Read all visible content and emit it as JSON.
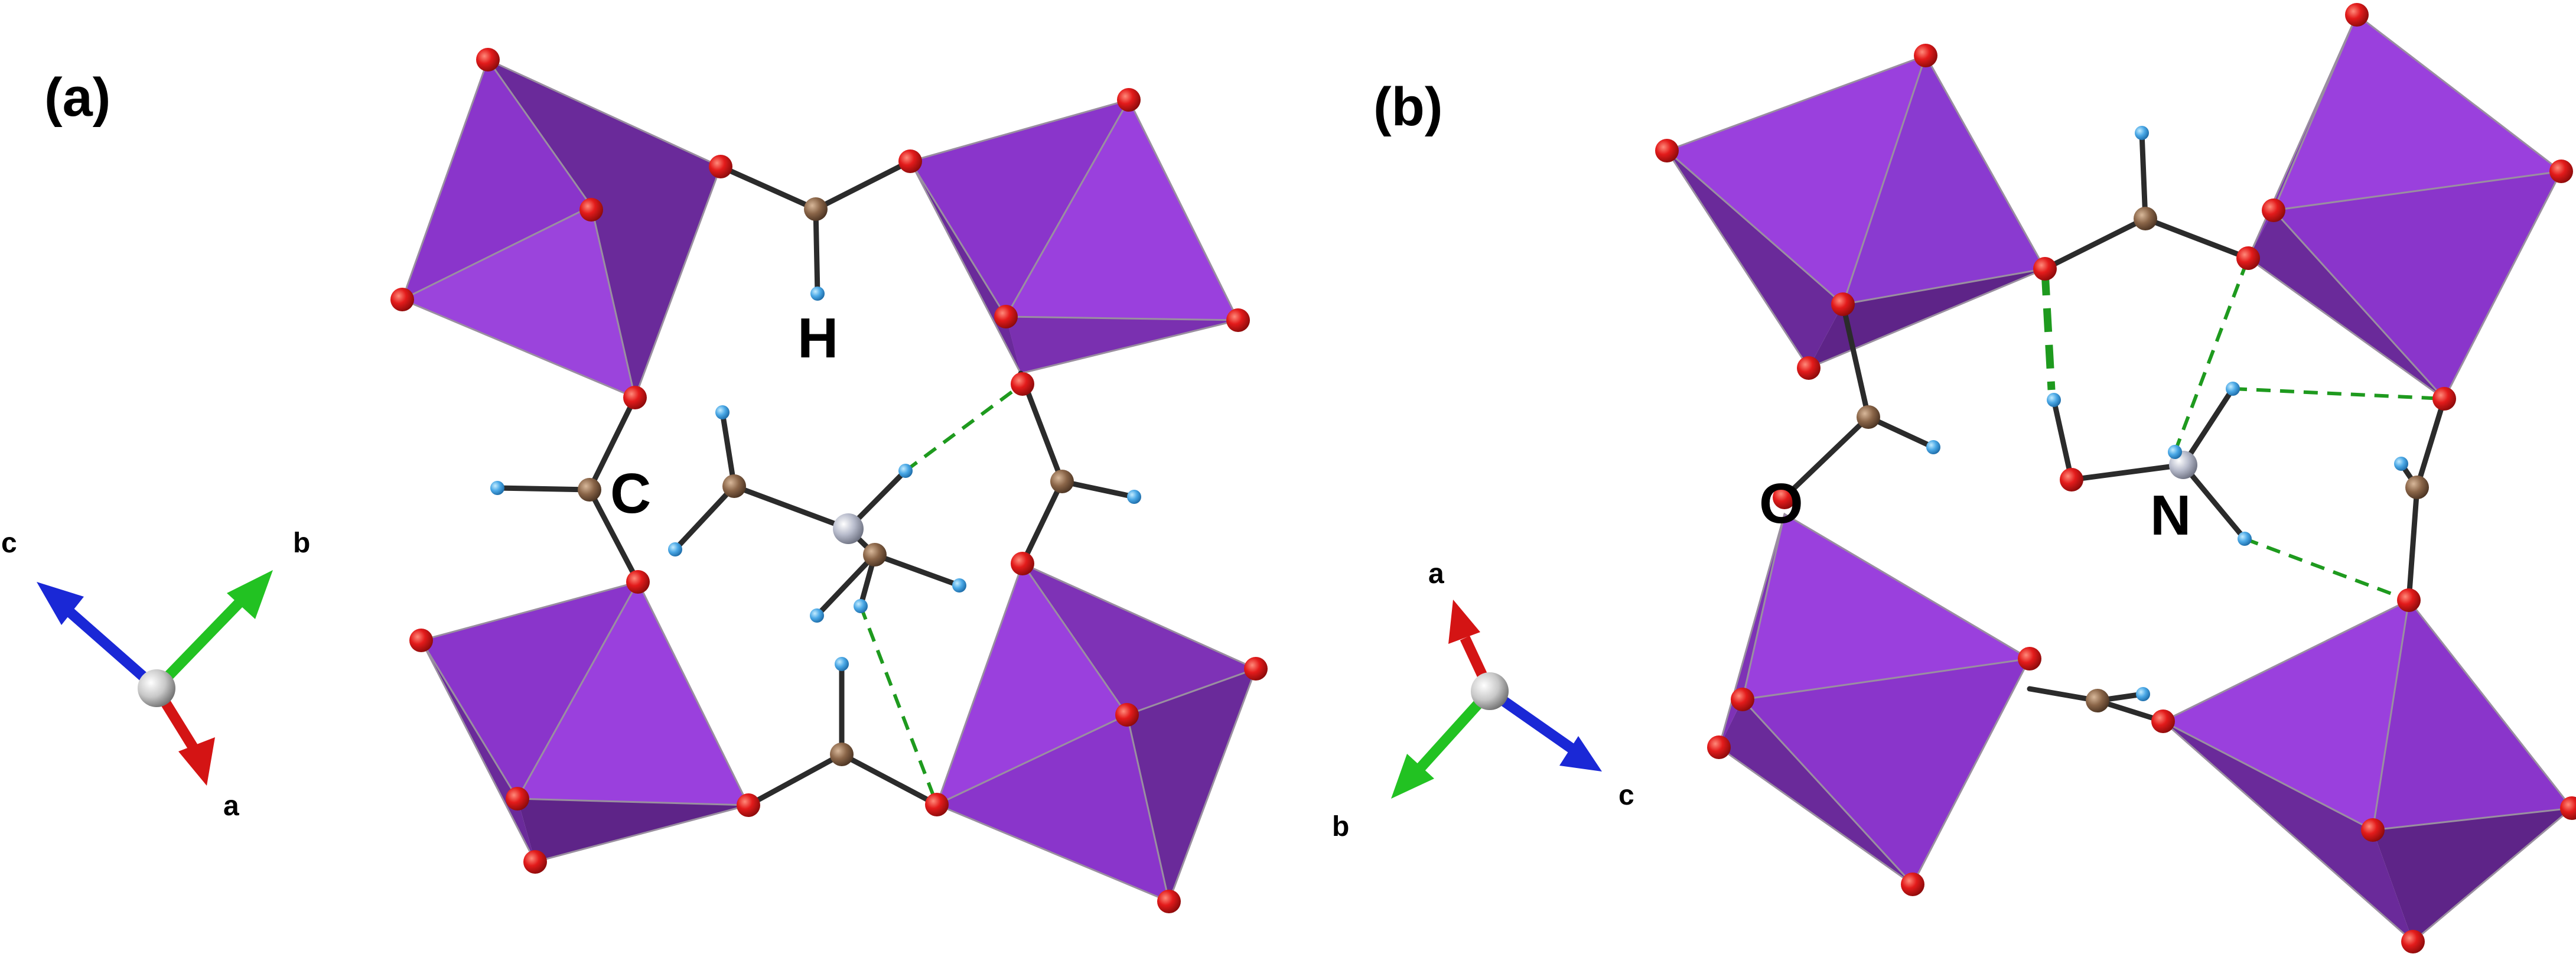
{
  "panels": [
    {
      "label": "(a)",
      "atom_labels": {
        "hydrogen": "H",
        "carbon": "C"
      },
      "axes": {
        "a": "a",
        "b": "b",
        "c": "c"
      }
    },
    {
      "label": "(b)",
      "atom_labels": {
        "oxygen": "O",
        "nitrogen": "N"
      },
      "axes": {
        "a": "a",
        "b": "b",
        "c": "c"
      }
    }
  ],
  "colors": {
    "octahedron_light": "#9a3fe0",
    "octahedron_mid": "#8b36cc",
    "octahedron_dark": "#6c2a9c",
    "oxygen": "#e01818",
    "carbon": "#8a6548",
    "hydrogen": "#4aa8e6",
    "nitrogen": "#b8bccc",
    "hydrogen_bond": "#1e9a1e",
    "axis_a": "#d41414",
    "axis_b": "#22c222",
    "axis_c": "#1a28d6"
  }
}
